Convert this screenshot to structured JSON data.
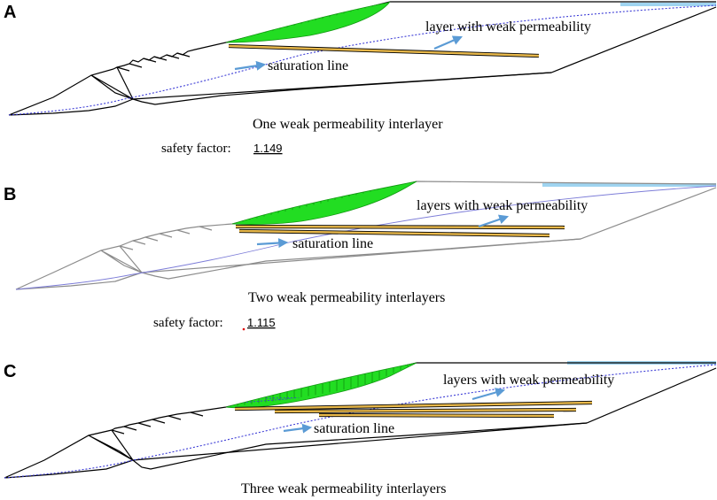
{
  "figure": {
    "panels": [
      {
        "letter": "A",
        "layer_label": "layer with weak permeability",
        "saturation_label": "saturation line",
        "caption": "One weak permeability interlayer",
        "safety_factor_label": "safety factor:",
        "safety_factor_value": "1.149",
        "interlayer_count": 1
      },
      {
        "letter": "B",
        "layer_label": "layers with weak permeability",
        "saturation_label": "saturation line",
        "caption": "Two weak permeability interlayers",
        "safety_factor_label": "safety factor:",
        "safety_factor_value": "1.115",
        "interlayer_count": 2
      },
      {
        "letter": "C",
        "layer_label": "layers with weak permeability",
        "saturation_label": "saturation line",
        "caption": "Three weak permeability interlayers",
        "interlayer_count": 3
      }
    ],
    "colors": {
      "slip_surface": "#22dd22",
      "interlayer": "#e8b84a",
      "arrow": "#5b9bd5",
      "saturation_line": "#3b3bd6",
      "water_surface": "#9fd4f0"
    }
  }
}
